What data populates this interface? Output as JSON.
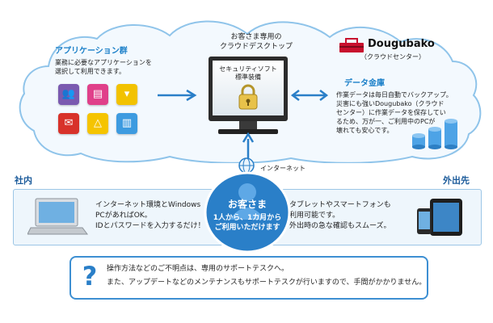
{
  "apps": {
    "title": "アプリケーション群",
    "desc_line1": "業務に必要なアプリケーションを",
    "desc_line2": "選択して利用できます。",
    "icons": [
      "people-icon",
      "document-icon",
      "shirt-icon",
      "mail-icon",
      "ruler-icon",
      "chart-icon"
    ]
  },
  "desktop": {
    "label_line1": "お客さま専用の",
    "label_line2": "クラウドデスクトップ",
    "screen_line1": "セキュリティソフト",
    "screen_line2": "標準装備"
  },
  "dougubako": {
    "brand": "Dougubako",
    "sub": "（クラウドセンター）"
  },
  "datavault": {
    "title": "データ金庫",
    "lines": [
      "作業データは毎日自動でバックアップ。",
      "災害にも強いDougubako（クラウド",
      "センター）に作業データを保存してい",
      "るため、万が一、ご利用中のPCが",
      "壊れても安心です。"
    ]
  },
  "internet_label": "インターネット",
  "office": {
    "title": "社内",
    "lines": [
      "インターネット環境とWindows",
      "PCがあればOK。",
      "IDとパスワードを入力するだけ！"
    ]
  },
  "outside": {
    "title": "外出先",
    "lines": [
      "タブレットやスマートフォンも",
      "利用可能です。",
      "外出時の急な確認もスムーズ。"
    ]
  },
  "customer": {
    "title": "お客さま",
    "line1": "1人から、1カ月から",
    "line2": "ご利用いただけます"
  },
  "support": {
    "line1": "操作方法などのご不明点は、専用のサポートテスクへ。",
    "line2": "また、アップデートなどのメンテナンスもサポートテスクが行いますので、手間がかかりません。"
  },
  "colors": {
    "accent": "#1a7fc8",
    "customer_circle": "#2a7fc8",
    "brand_red": "#c8102e"
  }
}
